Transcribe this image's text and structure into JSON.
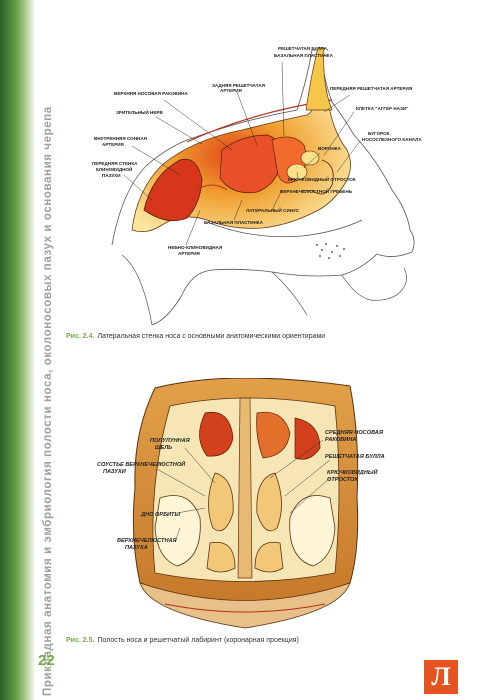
{
  "page": {
    "running_head": "Прикладная анатомия и эмбриология полости носа, околоносовых пазух и основания черепа",
    "page_number": "22"
  },
  "figure1": {
    "labels": {
      "reshetchataya_bulla": "РЕШЕТЧАТАЯ БУЛЛА,",
      "bazalnaya_plastinka": "БАЗАЛЬНАЯ ПЛАСТИНКА",
      "verkhnyaya_rakovina": "ВЕРХНЯЯ НОСОВАЯ РАКОВИНА",
      "zadnyaya_arteriya_1": "ЗАДНЯЯ РЕШЕТЧАТАЯ",
      "zadnyaya_arteriya_2": "АРТЕРИЯ",
      "perednyaya_arteriya": "ПЕРЕДНЯЯ РЕШЕТЧАТАЯ АРТЕРИЯ",
      "zritelny_nerv": "ЗРИТЕЛЬНЫЙ НЕРВ",
      "kletka_agger_nasi": "КЛЕТКА \"АГГЕР НАЗИ\"",
      "vnutr_sonnaya_1": "ВНУТРЕННЯЯ СОННАЯ",
      "vnutr_sonnaya_2": "АРТЕРИЯ",
      "bugorok_1": "БУГОРОК",
      "bugorok_2": "НОСОСЛЕЗНОГО КАНАЛА",
      "voronka": "ВОРОНКА",
      "perednyaya_stenka_1": "ПЕРЕДНЯЯ СТЕНКА",
      "perednyaya_stenka_2": "КЛИНОВИДНОЙ",
      "perednyaya_stenka_3": "ПАЗУХИ",
      "kryuchkovidny": "КРЮЧКОВИДНЫЙ ОТРОСТОК",
      "verkhnechelyust_greben": "ВЕРХНЕЧЕЛЮСТНОЙ ГРЕБЕНЬ",
      "lateralny_sinus": "ЛАТЕРАЛЬНЫЙ СИНУС",
      "bazalnaya_plastinka_low": "БАЗАЛЬНАЯ ПЛАСТИНКА",
      "nebno_klinovid_1": "НЕБНО-КЛИНОВИДНАЯ",
      "nebno_klinovid_2": "АРТЕРИЯ"
    },
    "caption_num": "Рис. 2.4.",
    "caption_text": "Латеральная стенка носа с основными анатомическими ориентирами"
  },
  "figure2": {
    "labels": {
      "polulunnaya_1": "ПОЛУЛУННАЯ",
      "polulunnaya_2": "ЩЕЛЬ",
      "srednyaya_1": "СРЕДНЯЯ НОСОВАЯ",
      "srednyaya_2": "РАКОВИНА",
      "soustye_1": "СОУСТЬЕ ВЕРХНЕЧЕЛЮСТНОЙ",
      "soustye_2": "ПАЗУХИ",
      "reshetchataya_bulla": "РЕШЕТЧАТАЯ БУЛЛА",
      "kryuchkovidny_1": "КРЮЧКОВИДНЫЙ",
      "kryuchkovidny_2": "ОТРОСТОК",
      "dno_orbity": "ДНО ОРБИТЫ",
      "verkhnechelyust_1": "ВЕРХНЕЧЕЛЮСТНАЯ",
      "verkhnechelyust_2": "ПАЗУХА"
    },
    "caption_num": "Рис. 2.5.",
    "caption_text": "Полость носа и решетчатый лабиринт (коронарная проекция)"
  },
  "logo": {
    "glyph": "Л",
    "color": "#e5541e"
  }
}
